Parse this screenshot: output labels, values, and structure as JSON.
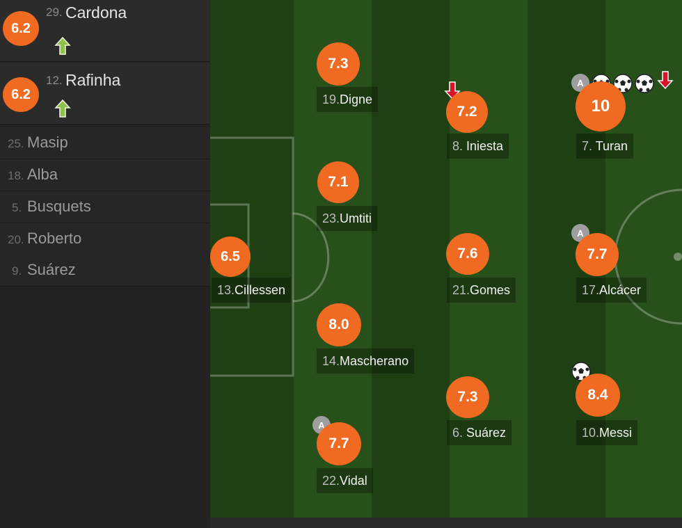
{
  "substitutes_in": [
    {
      "number": "29.",
      "name": "Cardona",
      "rating": "6.2"
    },
    {
      "number": "12.",
      "name": "Rafinha",
      "rating": "6.2"
    }
  ],
  "bench": [
    {
      "number": "25.",
      "name": "Masip"
    },
    {
      "number": "18.",
      "name": "Alba"
    },
    {
      "number": "5.",
      "name": "Busquets"
    },
    {
      "number": "20.",
      "name": "Roberto"
    },
    {
      "number": "9.",
      "name": "Suárez"
    }
  ],
  "players": {
    "cillessen": {
      "number": "13.",
      "name": "Cillessen",
      "rating": "6.5"
    },
    "digne": {
      "number": "19.",
      "name": "Digne",
      "rating": "7.3"
    },
    "umtiti": {
      "number": "23.",
      "name": "Umtiti",
      "rating": "7.1"
    },
    "mascherano": {
      "number": "14.",
      "name": "Mascherano",
      "rating": "8.0"
    },
    "vidal": {
      "number": "22.",
      "name": "Vidal",
      "rating": "7.7"
    },
    "iniesta": {
      "number": "8. ",
      "name": "Iniesta",
      "rating": "7.2"
    },
    "gomes": {
      "number": "21.",
      "name": "Gomes",
      "rating": "7.6"
    },
    "suarez_d": {
      "number": "6. ",
      "name": "Suárez",
      "rating": "7.3"
    },
    "turan": {
      "number": "7. ",
      "name": "Turan",
      "rating": "10"
    },
    "alcacer": {
      "number": "17.",
      "name": "Alcácer",
      "rating": "7.7"
    },
    "messi": {
      "number": "10.",
      "name": "Messi",
      "rating": "8.4"
    }
  },
  "captain_letter": "A",
  "icons": {
    "sub_in": "arrow-up-icon",
    "sub_out": "arrow-down-icon",
    "goal": "soccer-ball-icon"
  },
  "colors": {
    "rating_badge": "#f06a22",
    "sub_in_arrow": "#8fc24a",
    "sub_out_arrow": "#d8142a",
    "pitch_dark": "#1f4012",
    "pitch_light": "#28501a"
  }
}
